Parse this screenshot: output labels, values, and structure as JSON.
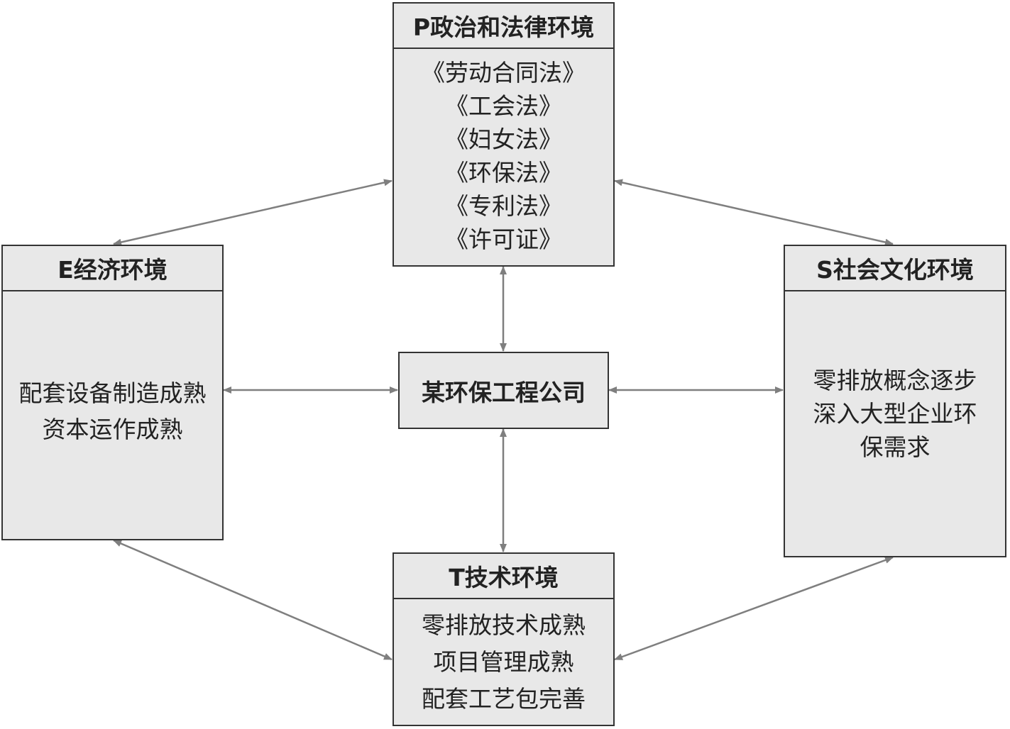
{
  "nodes": {
    "political": {
      "title": "P政治和法律环境",
      "lines": [
        "《劳动合同法》",
        "《工会法》",
        "《妇女法》",
        "《环保法》",
        "《专利法》",
        "《许可证》"
      ]
    },
    "economic": {
      "title": "E经济环境",
      "lines": [
        "配套设备制造成熟",
        "资本运作成熟"
      ]
    },
    "social": {
      "title": "S社会文化环境",
      "lines": [
        "零排放概念逐步",
        "深入大型企业环",
        "保需求"
      ]
    },
    "technology": {
      "title": "T技术环境",
      "lines": [
        "零排放技术成熟",
        "项目管理成熟",
        "配套工艺包完善"
      ]
    },
    "center": {
      "title": "某环保工程公司"
    }
  },
  "colors": {
    "box_fill": "#e8e8e8",
    "border": "#333333",
    "arrow": "#7f7f7f"
  }
}
